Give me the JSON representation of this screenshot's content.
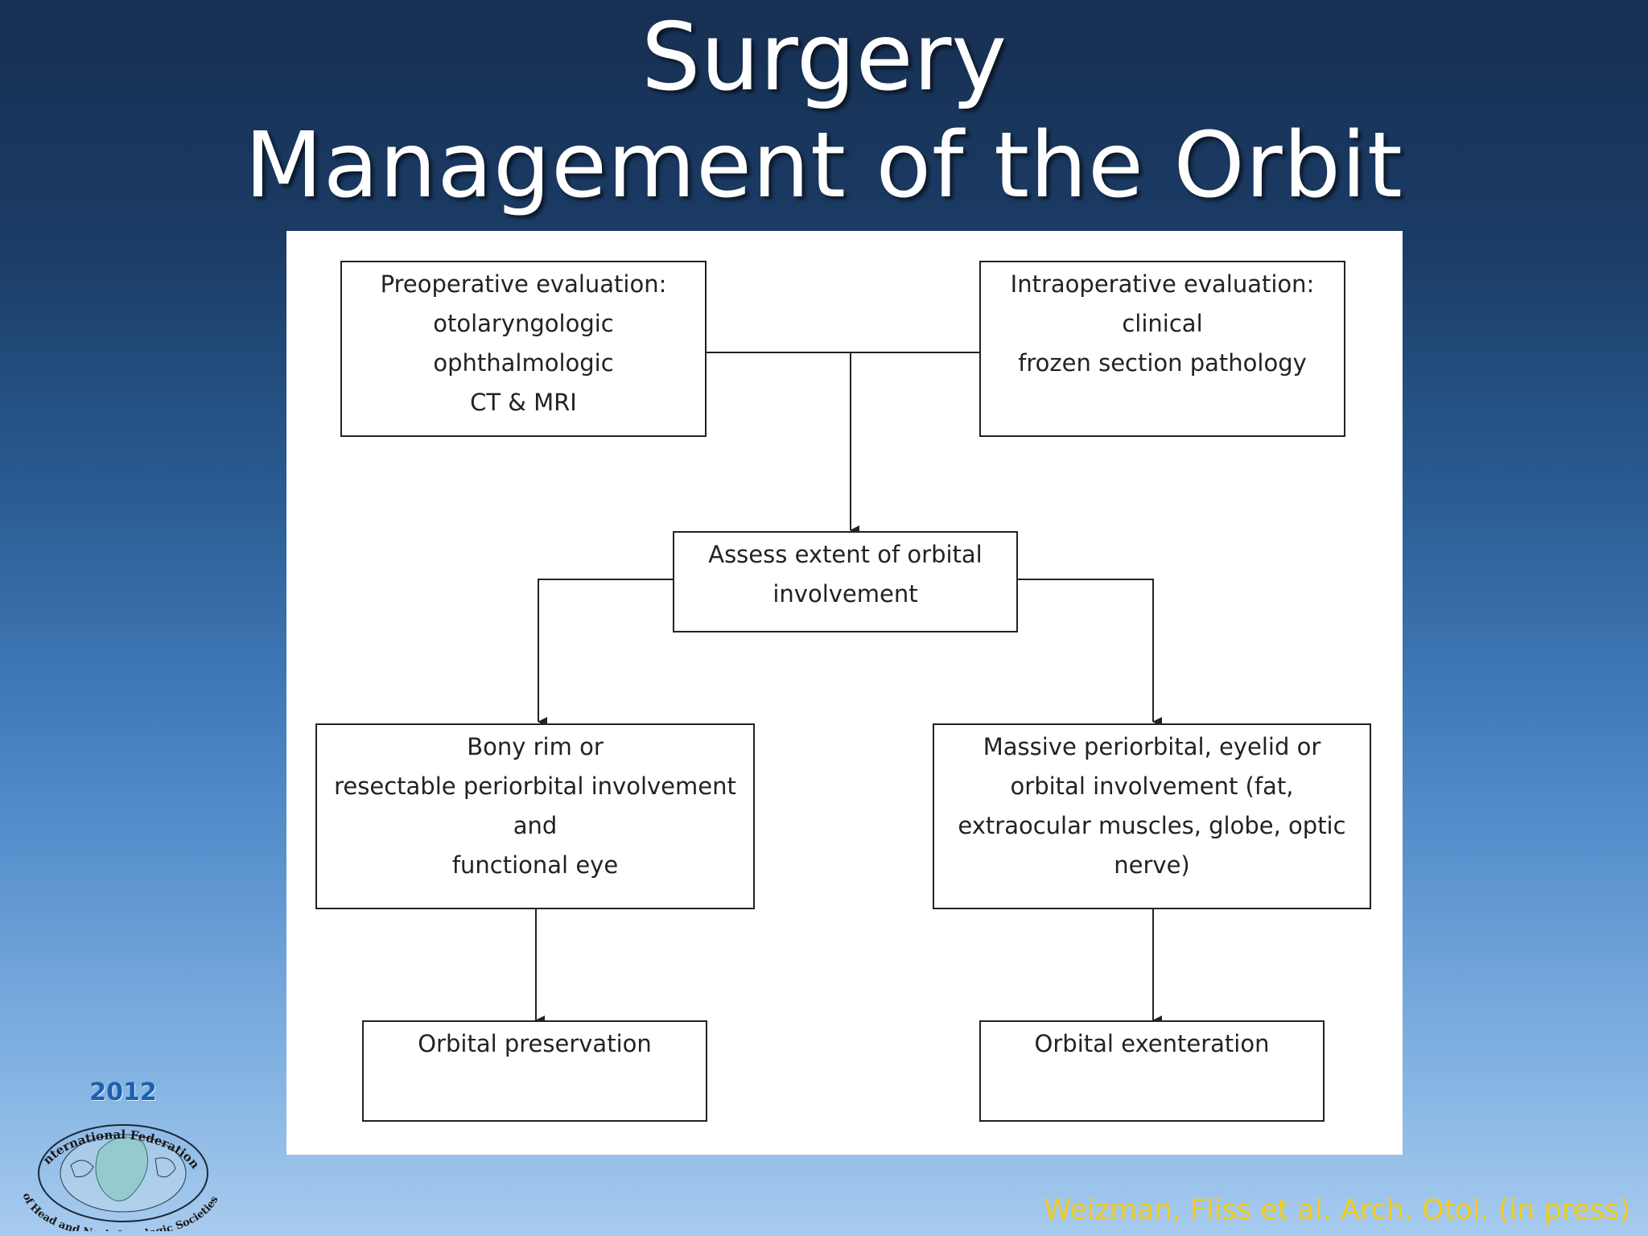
{
  "slide": {
    "title_line1": "Surgery",
    "title_line2": "Management of the Orbit",
    "citation": "Weizman, Fliss et al. Arch. Otol. (in press)"
  },
  "logo": {
    "year": "2012",
    "org_line1": "International Federation",
    "org_line2": "of Head and Neck Oncologic Societies"
  },
  "flowchart": {
    "preop": [
      "Preoperative evaluation:",
      "otolaryngologic",
      "ophthalmologic",
      "CT & MRI"
    ],
    "intraop": [
      "Intraoperative evaluation:",
      "clinical",
      "frozen section pathology"
    ],
    "assess": [
      "Assess extent of orbital",
      "involvement"
    ],
    "bony": [
      "Bony rim or",
      "resectable periorbital involvement",
      "and",
      "functional eye"
    ],
    "massive": [
      "Massive periorbital, eyelid or",
      "orbital involvement (fat,",
      "extraocular muscles, globe, optic",
      "nerve)"
    ],
    "preservation": [
      "Orbital preservation"
    ],
    "exenteration": [
      "Orbital exenteration"
    ]
  }
}
